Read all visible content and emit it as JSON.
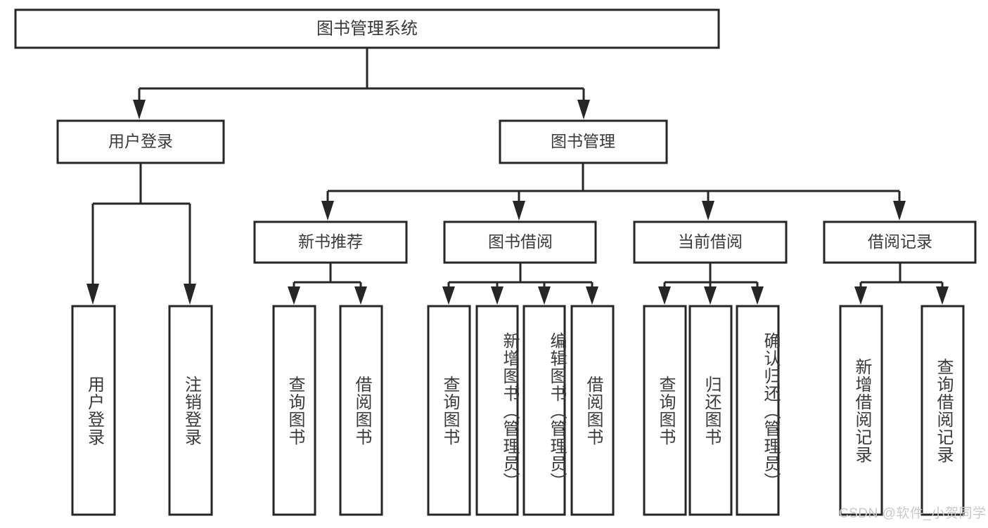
{
  "diagram": {
    "type": "tree-hierarchy",
    "title_node": {
      "id": "root",
      "label": "图书管理系统"
    },
    "level2": [
      {
        "id": "user-login",
        "label": "用户登录"
      },
      {
        "id": "book-management",
        "label": "图书管理"
      }
    ],
    "level3": [
      {
        "id": "new-book-recommend",
        "label": "新书推荐"
      },
      {
        "id": "book-borrow",
        "label": "图书借阅"
      },
      {
        "id": "current-borrow",
        "label": "当前借阅"
      },
      {
        "id": "borrow-record",
        "label": "借阅记录"
      }
    ],
    "leaves": {
      "user_login": [
        {
          "id": "leaf-user-login",
          "label": "用户登录"
        },
        {
          "id": "leaf-logout-login",
          "label": "注销登录"
        }
      ],
      "new_book_recommend": [
        {
          "id": "leaf-query-book-1",
          "label": "查询图书"
        },
        {
          "id": "leaf-borrow-book-1",
          "label": "借阅图书"
        }
      ],
      "book_borrow": [
        {
          "id": "leaf-query-book-2",
          "label": "查询图书"
        },
        {
          "id": "leaf-add-book",
          "label": "新增图书（管理员）"
        },
        {
          "id": "leaf-edit-book",
          "label": "编辑图书（管理员）"
        },
        {
          "id": "leaf-borrow-book-2",
          "label": "借阅图书"
        }
      ],
      "current_borrow": [
        {
          "id": "leaf-query-book-3",
          "label": "查询图书"
        },
        {
          "id": "leaf-return-book",
          "label": "归还图书"
        },
        {
          "id": "leaf-confirm-return",
          "label": "确认归还（管理员）"
        }
      ],
      "borrow_record": [
        {
          "id": "leaf-add-record",
          "label": "新增借阅记录"
        },
        {
          "id": "leaf-query-record",
          "label": "查询借阅记录"
        }
      ]
    }
  },
  "watermark": {
    "text": "CSDN @软件_小贺同学"
  },
  "colors": {
    "box_stroke": "#262626",
    "box_fill": "#ffffff",
    "text": "#3a3a3a",
    "watermark": "#c9c9c9",
    "background": "#ffffff"
  }
}
